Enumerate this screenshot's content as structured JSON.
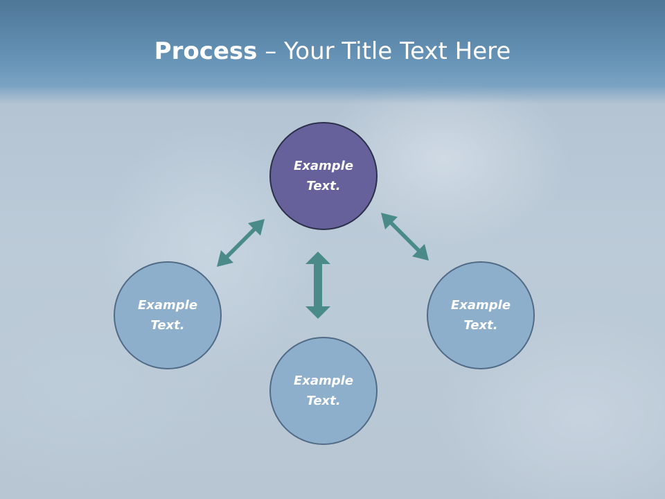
{
  "slide": {
    "title_bold": "Process",
    "title_separator": "–",
    "title_rest": "Your Title Text Here"
  },
  "diagram": {
    "center": {
      "label": "Example Text."
    },
    "left": {
      "label": "Example Text."
    },
    "right": {
      "label": "Example Text."
    },
    "bottom": {
      "label": "Example Text."
    }
  },
  "colors": {
    "header": "#5f8cb0",
    "center_node": "#66619a",
    "side_node": "#8eafcb",
    "arrow": "#4a8a88"
  }
}
